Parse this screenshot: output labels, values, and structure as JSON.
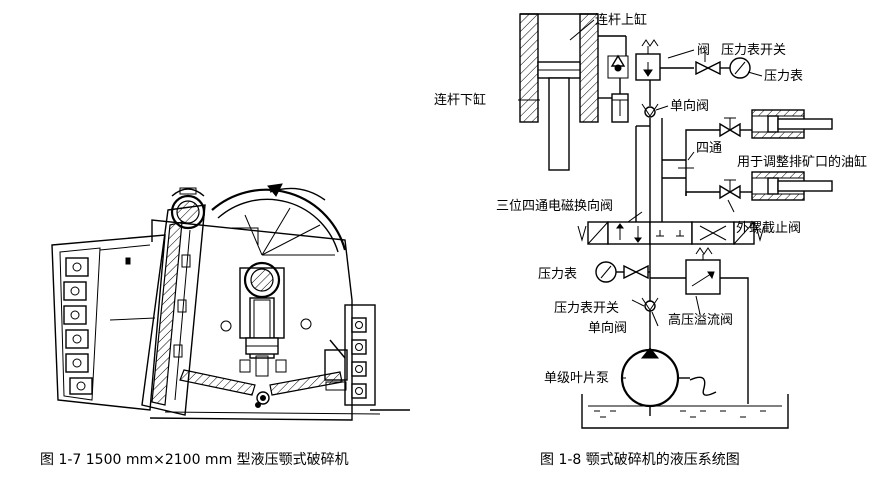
{
  "left_figure": {
    "caption": "图 1-7    1500 mm×2100 mm 型液压颚式破碎机"
  },
  "right_figure": {
    "caption": "图 1-8    颚式破碎机的液压系统图",
    "labels": {
      "upper_cylinder": "连杆上缸",
      "lower_cylinder": "连杆下缸",
      "valve": "阀",
      "gauge_switch_top": "压力表开关",
      "gauge_top": "压力表",
      "check_valve_top": "单向阀",
      "four_way": "四通",
      "adjust_cylinder": "用于调整排矿口的油缸",
      "solenoid_valve": "三位四通电磁换向阀",
      "stop_valve": "外螺截止阀",
      "gauge_bottom": "压力表",
      "gauge_switch_bottom": "压力表开关",
      "check_valve_bottom": "单向阀",
      "relief_valve": "高压溢流阀",
      "pump": "单级叶片泵"
    }
  }
}
